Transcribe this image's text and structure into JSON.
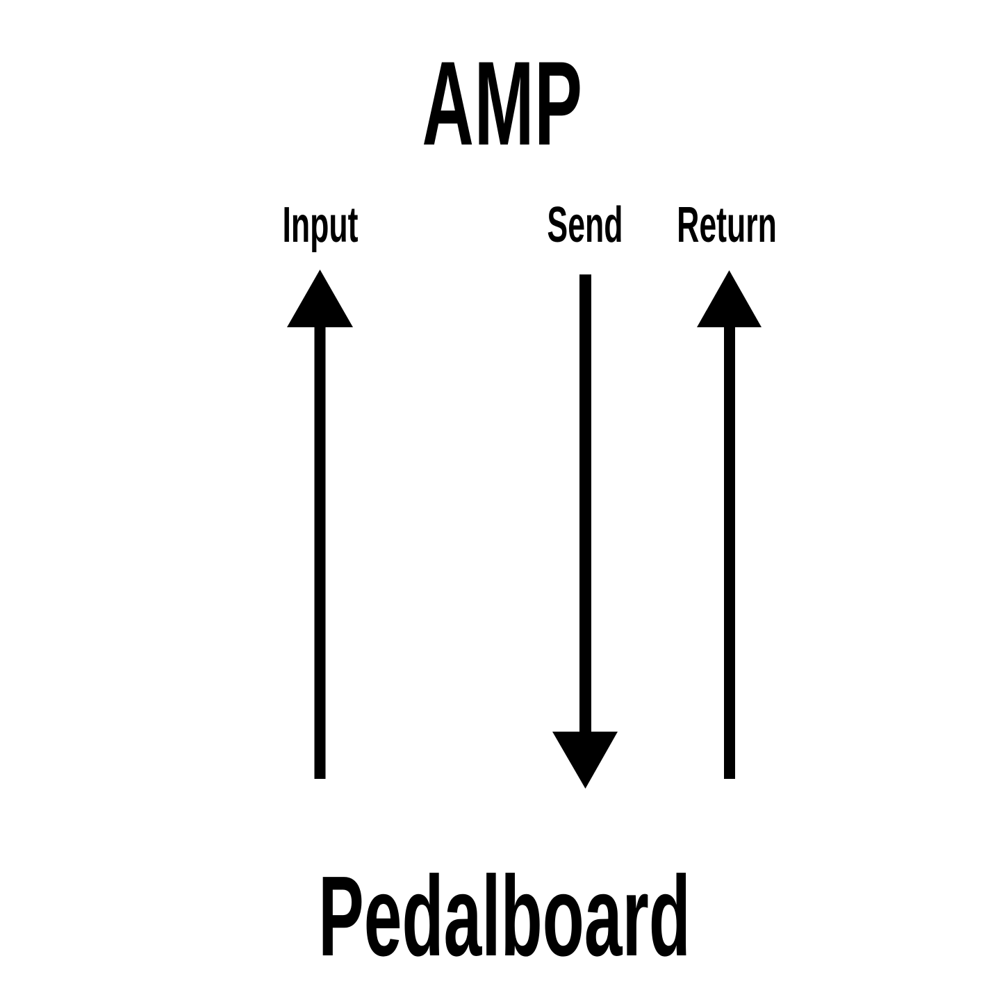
{
  "diagram": {
    "title": "AMP",
    "footer_label": "Pedalboard",
    "background_color": "#ffffff",
    "ink_color": "#000000",
    "description": "Signal routing diagram between a guitar amplifier and a pedalboard",
    "connections": [
      {
        "id": "input",
        "label": "Input",
        "direction": "up",
        "from": "Pedalboard",
        "to": "AMP",
        "arrow_head_at": "top"
      },
      {
        "id": "send",
        "label": "Send",
        "direction": "down",
        "from": "AMP",
        "to": "Pedalboard",
        "arrow_head_at": "bottom"
      },
      {
        "id": "return",
        "label": "Return",
        "direction": "up",
        "from": "Pedalboard",
        "to": "AMP",
        "arrow_head_at": "top"
      }
    ]
  }
}
